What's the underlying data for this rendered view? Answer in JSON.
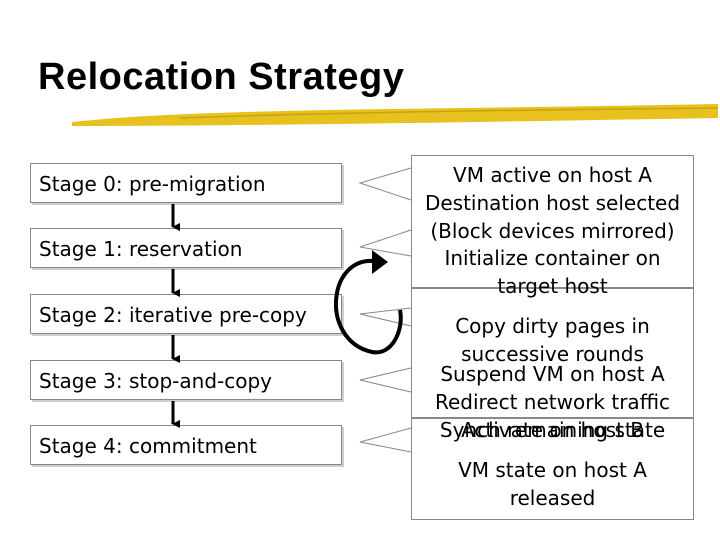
{
  "title": "Relocation Strategy",
  "stages": [
    "Stage 0: pre-migration",
    "Stage 1: reservation",
    "Stage 2: iterative pre-copy",
    "Stage 3: stop-and-copy",
    "Stage 4: commitment"
  ],
  "descriptions": {
    "d0": [
      "VM active on host A",
      "Destination host selected",
      "(Block devices mirrored)"
    ],
    "d1": [
      "Initialize container on",
      "target host"
    ],
    "d2": [
      "Copy dirty pages in",
      "successive rounds"
    ],
    "d3a": [
      "Suspend VM on host A",
      "Redirect network traffic",
      "Synch remaining state"
    ],
    "d3b": [
      "Activate on host B"
    ],
    "d4": [
      "VM state on host A",
      "released"
    ]
  }
}
